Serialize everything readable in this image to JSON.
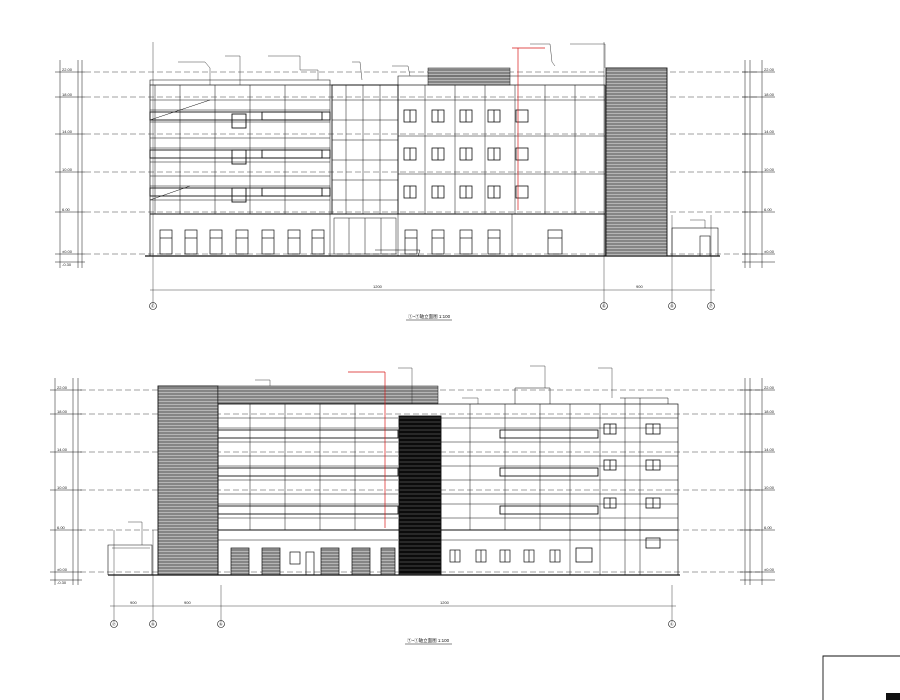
{
  "drawing": {
    "top_elevation": {
      "caption": "①~⑦轴立面图 1:100",
      "axes": [
        "①",
        "⑥",
        "⑨",
        "⑦"
      ],
      "dims": [
        "1200",
        "900"
      ]
    },
    "bottom_elevation": {
      "caption": "⑦~①轴立面图 1:100",
      "axes": [
        "⑦",
        "⑨",
        "⑥",
        "①"
      ],
      "dims": [
        "900",
        "900",
        "1200"
      ]
    },
    "level_labels": [
      "22.00",
      "18.00",
      "14.00",
      "10.00",
      "6.00",
      "±0.00",
      "-0.30"
    ]
  },
  "colors": {
    "line": "#111111",
    "hatch": "#555555",
    "dark": "#1a1a1a",
    "red": "#d81818",
    "dash": "#444444"
  }
}
